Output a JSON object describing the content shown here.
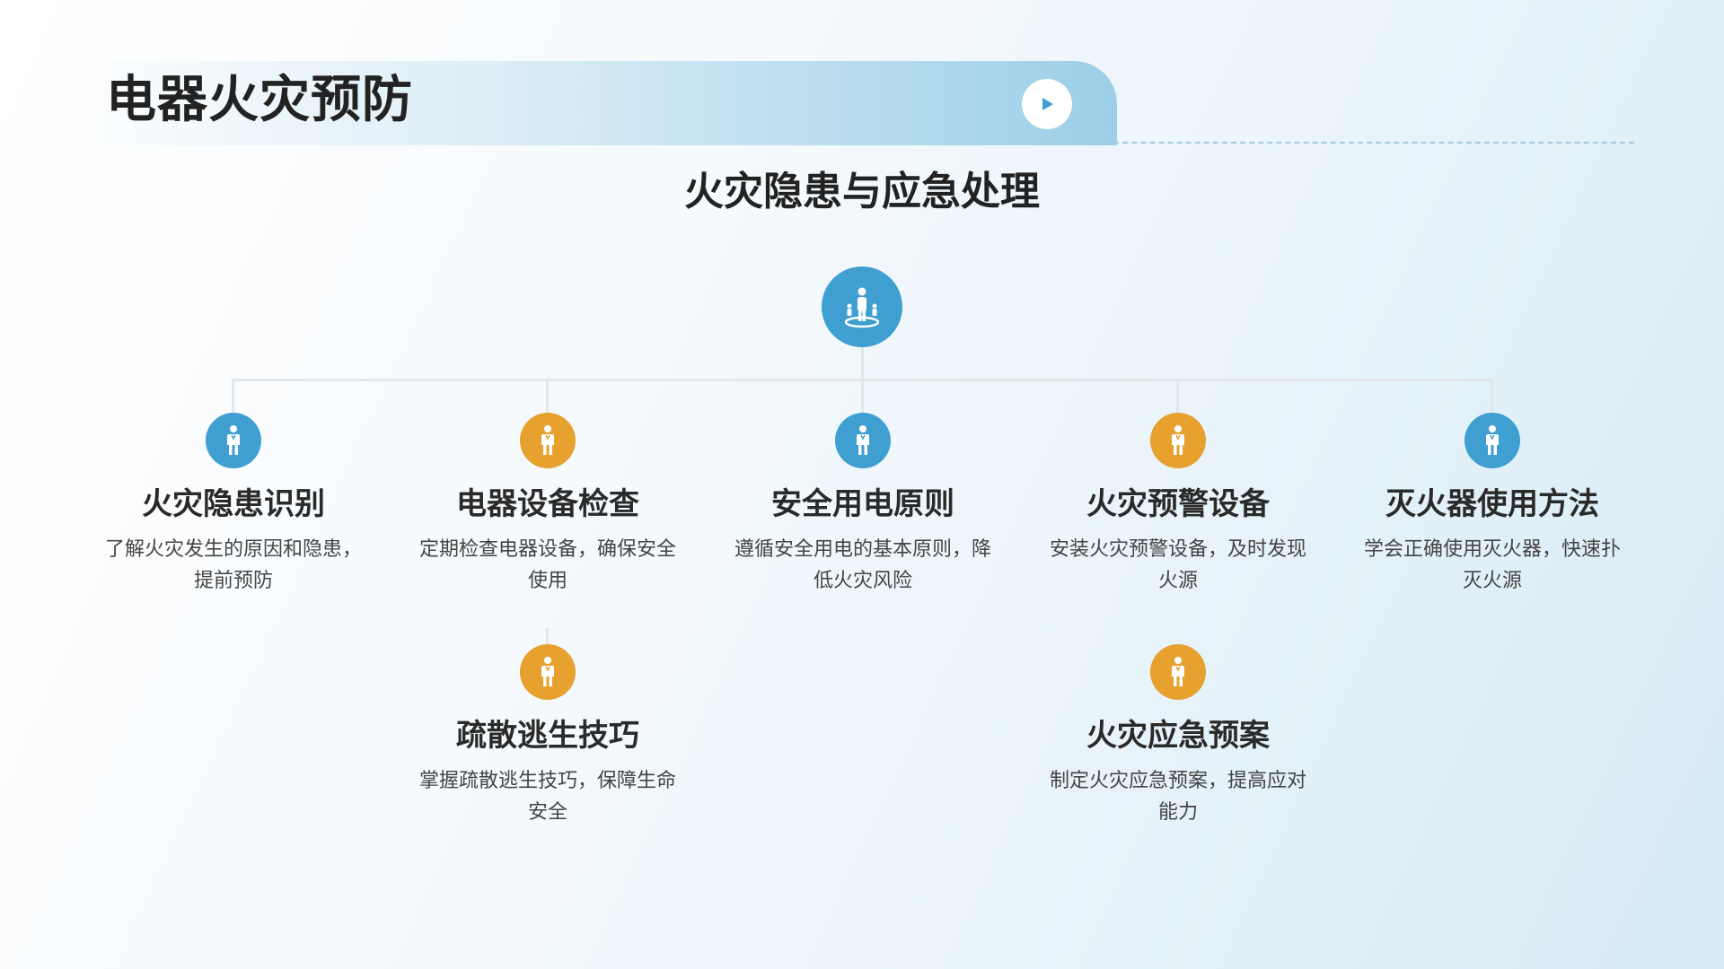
{
  "header": {
    "title": "电器火灾预防"
  },
  "subtitle": "火灾隐患与应急处理",
  "colors": {
    "blue": "#3f9fd1",
    "orange": "#e6a12e",
    "band_end": "#9ccfe7"
  },
  "root": {
    "icon": "person-group-icon"
  },
  "nodes": [
    {
      "heading": "火灾隐患识别",
      "desc": "了解火灾发生的原因和隐患，提前预防",
      "icon": "person-icon",
      "color": "blue"
    },
    {
      "heading": "电器设备检查",
      "desc": "定期检查电器设备，确保安全使用",
      "icon": "person-icon",
      "color": "orange"
    },
    {
      "heading": "安全用电原则",
      "desc": "遵循安全用电的基本原则，降低火灾风险",
      "icon": "person-icon",
      "color": "blue"
    },
    {
      "heading": "火灾预警设备",
      "desc": "安装火灾预警设备，及时发现火源",
      "icon": "person-icon",
      "color": "orange"
    },
    {
      "heading": "灭火器使用方法",
      "desc": "学会正确使用灭火器，快速扑灭火源",
      "icon": "person-icon",
      "color": "blue"
    },
    {
      "heading": "疏散逃生技巧",
      "desc": "掌握疏散逃生技巧，保障生命安全",
      "icon": "person-icon",
      "color": "orange"
    },
    {
      "heading": "火灾应急预案",
      "desc": "制定火灾应急预案，提高应对能力",
      "icon": "person-icon",
      "color": "orange"
    }
  ]
}
